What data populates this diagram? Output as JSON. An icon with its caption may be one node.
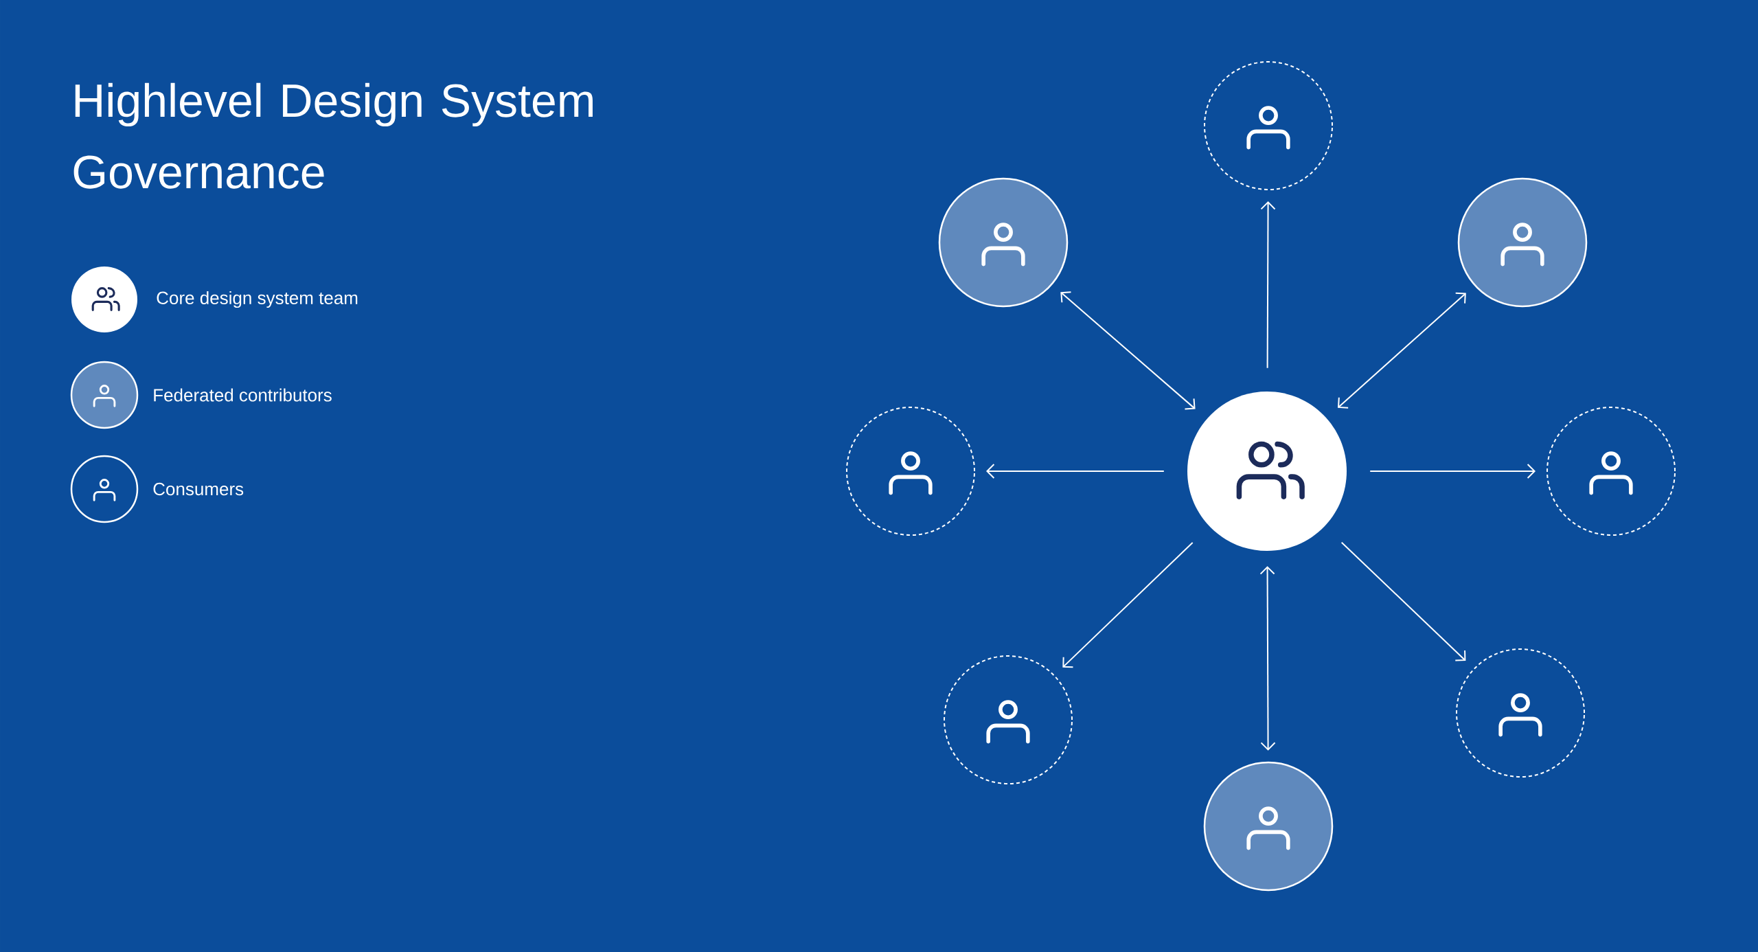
{
  "diagram": {
    "title": "Highlevel Design System Governance",
    "nodes": [
      {
        "text": [],
        "shape": "circle"
      },
      {
        "text": [],
        "shape": "circle"
      },
      {
        "text": [],
        "shape": "circle"
      },
      {
        "text": [],
        "shape": "circle"
      },
      {
        "text": [],
        "shape": "circle"
      },
      {
        "text": [],
        "shape": "circle"
      },
      {
        "text": [],
        "shape": "circle"
      },
      {
        "text": [],
        "shape": "circle"
      },
      {
        "text": [],
        "shape": "circle"
      }
    ],
    "edges": [
      {
        "from": 4,
        "to": 0,
        "arrow": "to"
      },
      {
        "from": 4,
        "to": 1,
        "arrow": "both"
      },
      {
        "from": 4,
        "to": 2,
        "arrow": "both"
      },
      {
        "from": 4,
        "to": 3,
        "arrow": "to"
      },
      {
        "from": 4,
        "to": 5,
        "arrow": "to"
      },
      {
        "from": 4,
        "to": 6,
        "arrow": "to"
      },
      {
        "from": 4,
        "to": 7,
        "arrow": "to"
      },
      {
        "from": 4,
        "to": 8,
        "arrow": "both"
      }
    ],
    "legend": [
      {
        "text": "Core design system team",
        "color": "#ffffff"
      },
      {
        "text": "Federated contributors",
        "color": "#5f89bd"
      },
      {
        "text": "Consumers"
      }
    ]
  }
}
